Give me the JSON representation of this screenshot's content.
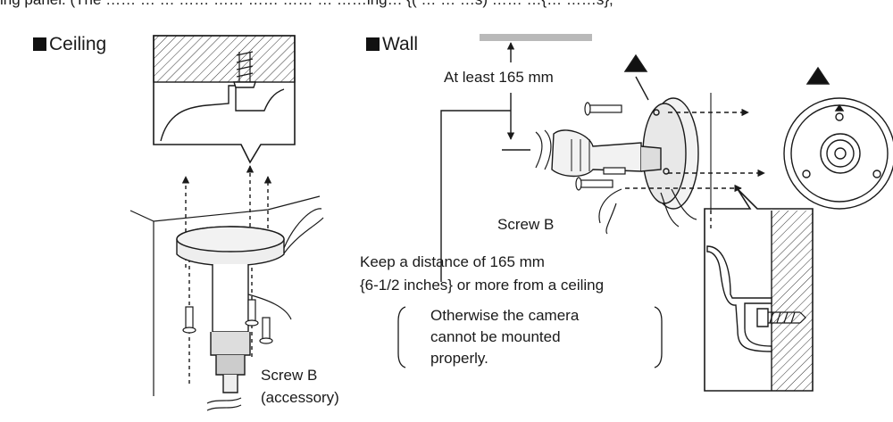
{
  "top_cut_text": "ing panel. (The …… … … …… …… …… …… … ……ing… {( … … …s) …… …{… ……s},",
  "ceiling": {
    "title": "Ceiling",
    "screw_label": "Screw B",
    "screw_note": "(accessory)"
  },
  "wall": {
    "title": "Wall",
    "distance_label": "At least 165 mm",
    "screw_label": "Screw B",
    "note_line1": "Keep a distance of 165 mm",
    "note_line2": "{6-1/2 inches} or more from a ceiling",
    "bracket_line1": "Otherwise the camera",
    "bracket_line2": "cannot be mounted",
    "bracket_line3": "properly."
  },
  "colors": {
    "stroke": "#1a1a1a",
    "fill": "#e6e6e6",
    "ceiling_bar": "#b9b9b9"
  }
}
